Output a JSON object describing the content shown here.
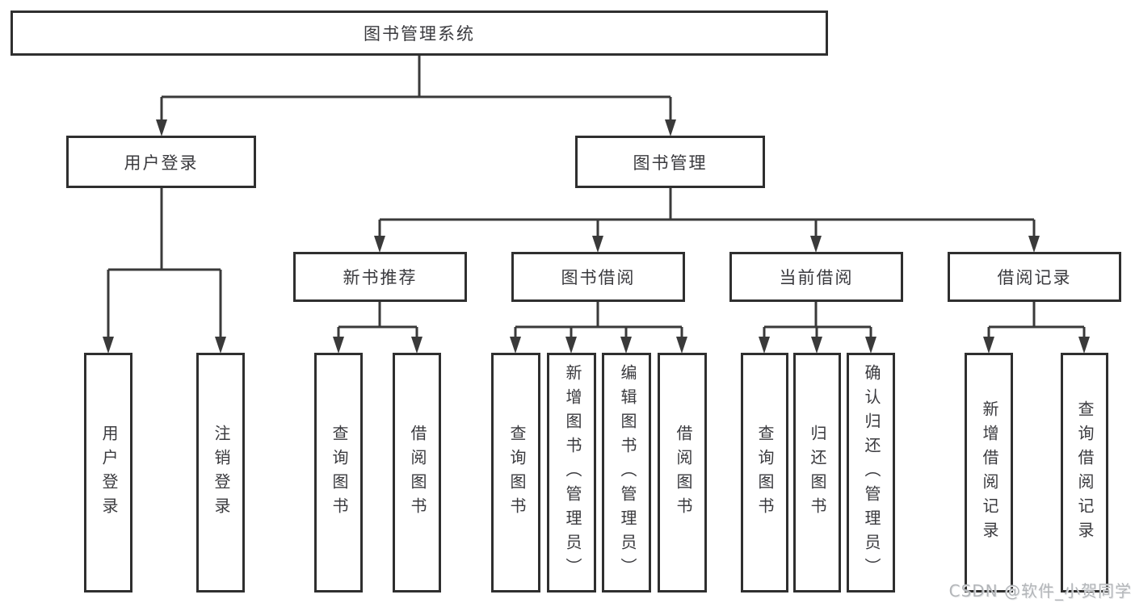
{
  "colors": {
    "line": "#3a3a3a",
    "border": "#2f2f2f",
    "text": "#3a3a3e",
    "watermark": "#b3b6b9",
    "background": "#ffffff"
  },
  "watermark": {
    "text": "CSDN @软件_小贺同学"
  },
  "tree": {
    "label": "图书管理系统",
    "children": [
      {
        "label": "用户登录",
        "children": [
          {
            "label": "用户登录"
          },
          {
            "label": "注销登录"
          }
        ]
      },
      {
        "label": "图书管理",
        "children": [
          {
            "label": "新书推荐",
            "children": [
              {
                "label": "查询图书"
              },
              {
                "label": "借阅图书"
              }
            ]
          },
          {
            "label": "图书借阅",
            "children": [
              {
                "label": "查询图书"
              },
              {
                "label": "新增图书（管理员）"
              },
              {
                "label": "编辑图书（管理员）"
              },
              {
                "label": "借阅图书"
              }
            ]
          },
          {
            "label": "当前借阅",
            "children": [
              {
                "label": "查询图书"
              },
              {
                "label": "归还图书"
              },
              {
                "label": "确认归还（管理员）"
              }
            ]
          },
          {
            "label": "借阅记录",
            "children": [
              {
                "label": "新增借阅记录"
              },
              {
                "label": "查询借阅记录"
              }
            ]
          }
        ]
      }
    ]
  }
}
